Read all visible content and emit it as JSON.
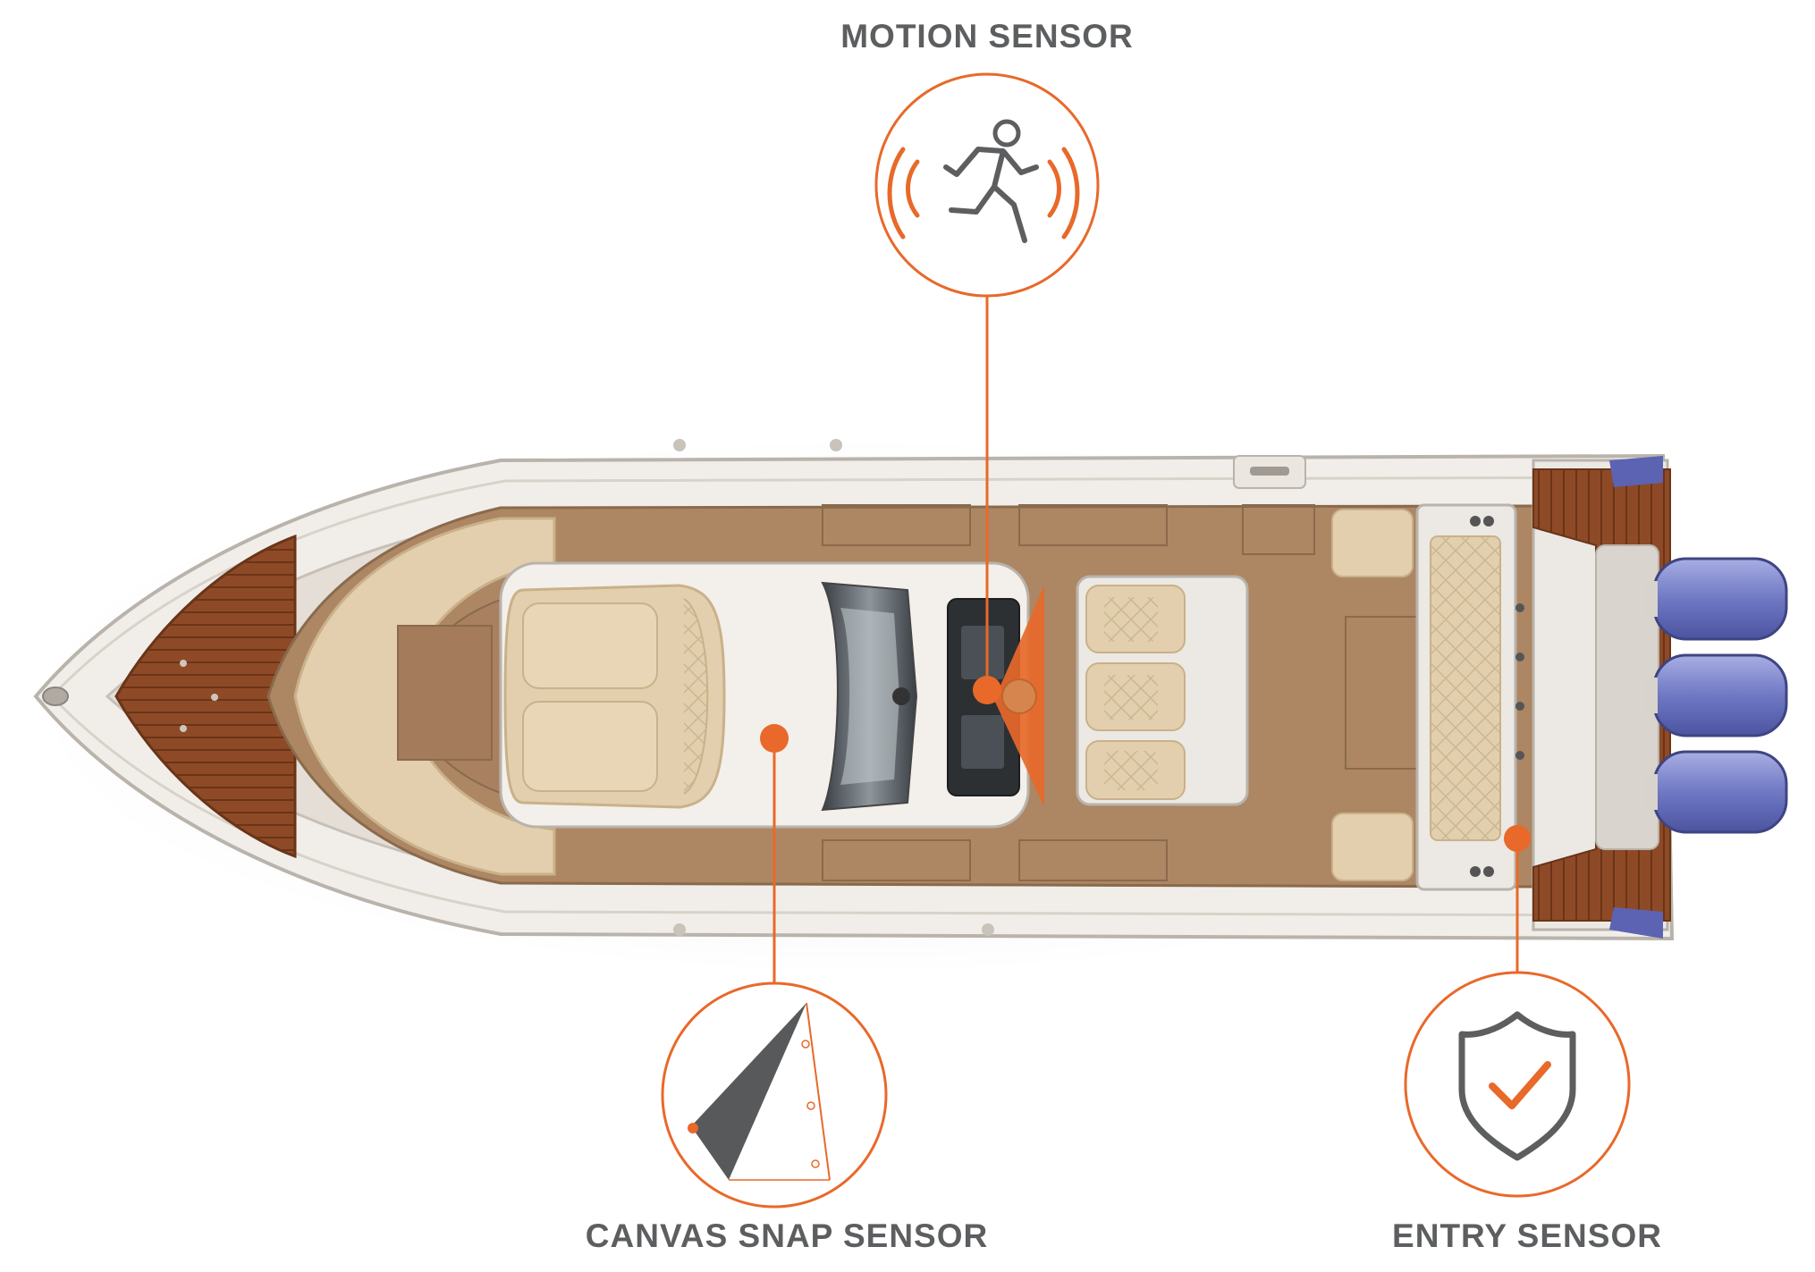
{
  "labels": {
    "motion": "MOTION SENSOR",
    "canvas": "CANVAS SNAP SENSOR",
    "entry": "ENTRY SENSOR"
  },
  "colors": {
    "accent": "#e8692a",
    "icon_gray": "#5c5e60",
    "hull": "#f1eeea",
    "deck": "#ad8663",
    "cushion": "#e6d3b1",
    "teak": "#8e4a26",
    "engine": "#7b82c9"
  },
  "icons": {
    "motion": "running-person-icon",
    "canvas": "canvas-snap-icon",
    "entry": "shield-check-icon"
  }
}
